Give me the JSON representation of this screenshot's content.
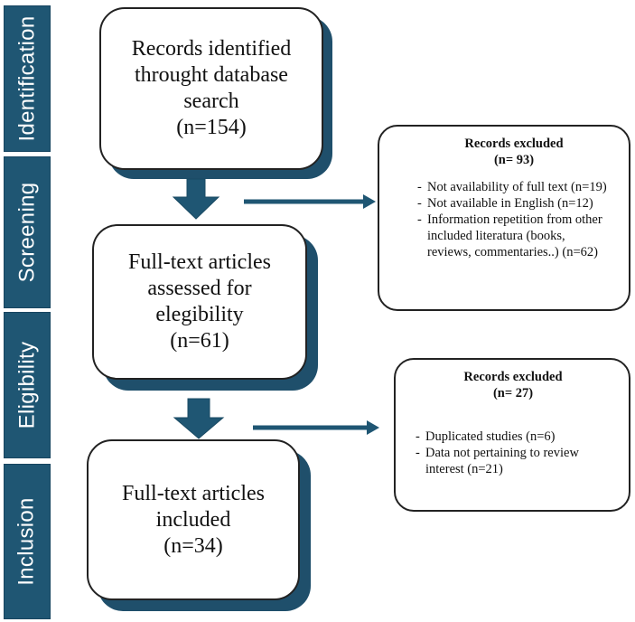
{
  "phases": [
    {
      "label": "Identification"
    },
    {
      "label": "Screening"
    },
    {
      "label": "Eligibility"
    },
    {
      "label": "Inclusion"
    }
  ],
  "boxes": {
    "identified": {
      "lines": [
        "Records identified",
        "throught database",
        "search",
        "(n=154)"
      ]
    },
    "assessed": {
      "lines": [
        "Full-text articles",
        "assessed for",
        "elegibility",
        "(n=61)"
      ]
    },
    "included": {
      "lines": [
        "Full-text articles",
        "included",
        "(n=34)"
      ]
    }
  },
  "exclusions": {
    "screening": {
      "title": "Records excluded",
      "count": "(n= 93)",
      "items": [
        "Not availability of full text (n=19)",
        "Not available in English (n=12)",
        "Information repetition from other included literatura (books, reviews, commentaries..) (n=62)"
      ]
    },
    "eligibility": {
      "title": "Records excluded",
      "count": "(n= 27)",
      "items": [
        "Duplicated studies (n=6)",
        "Data not pertaining to review interest (n=21)"
      ]
    }
  },
  "colors": {
    "phase_bar": "#1f5673",
    "shadow": "#1f4f6b",
    "arrow": "#1f5673"
  }
}
